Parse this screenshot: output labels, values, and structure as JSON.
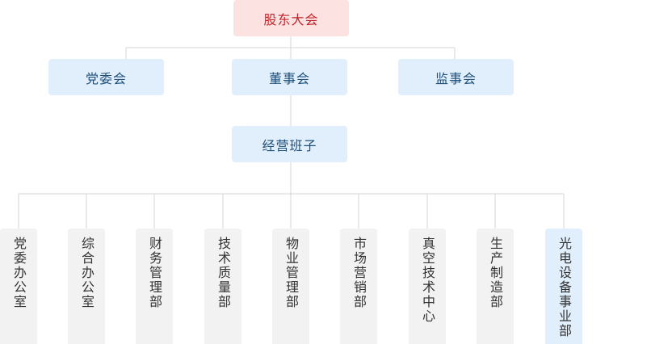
{
  "top": {
    "label": "股东大会"
  },
  "level2": [
    {
      "label": "党委会"
    },
    {
      "label": "董事会"
    },
    {
      "label": "监事会"
    }
  ],
  "management": {
    "label": "经营班子"
  },
  "departments": [
    {
      "label": "党委办公室"
    },
    {
      "label": "综合办公室"
    },
    {
      "label": "财务管理部"
    },
    {
      "label": "技术质量部"
    },
    {
      "label": "物业管理部"
    },
    {
      "label": "市场营销部"
    },
    {
      "label": "真空技术中心"
    },
    {
      "label": "生产制造部"
    },
    {
      "label": "光电设备事业部",
      "highlight": true
    }
  ],
  "colors": {
    "line": "#d6d6d6",
    "top_bg": "#fde2e2",
    "top_text": "#c0252b",
    "box_bg": "#e1effc",
    "box_text": "#1e4f7a",
    "dept_bg": "#f2f2f2",
    "dept_highlight_bg": "#e1effc"
  }
}
